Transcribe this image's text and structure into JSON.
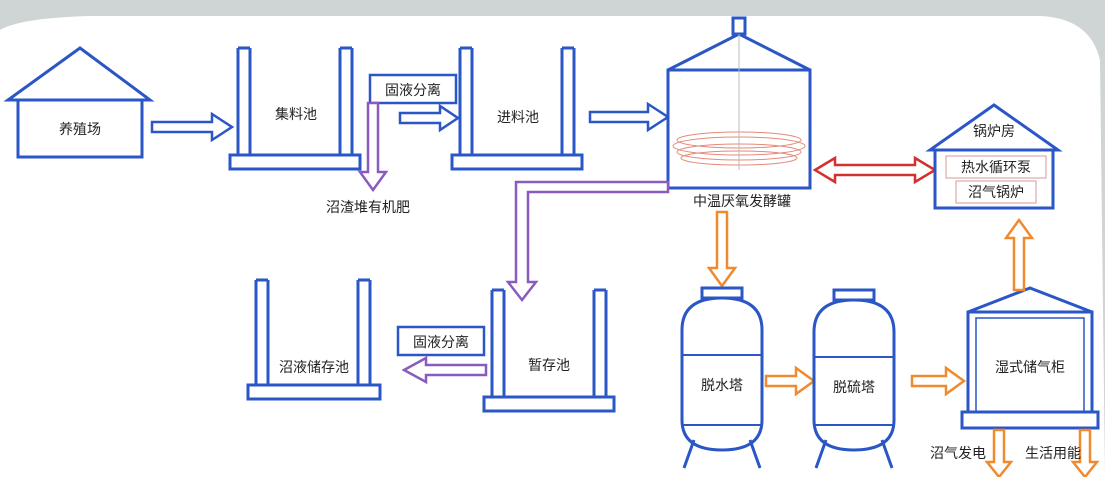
{
  "nodes": {
    "farm": "养殖场",
    "collection_pool": "集料池",
    "solid_liquid_sep_1": "固液分离",
    "feed_pool": "进料池",
    "residue_fertilizer": "沼渣堆有机肥",
    "digester": "中温厌氧发酵罐",
    "boiler_house": "锅炉房",
    "hot_water_pump": "热水循环泵",
    "biogas_boiler": "沼气锅炉",
    "slurry_storage": "沼液储存池",
    "solid_liquid_sep_2": "固液分离",
    "temp_pool": "暂存池",
    "dehydration_tower": "脱水塔",
    "desulfurization_tower": "脱硫塔",
    "gas_holder": "湿式储气柜",
    "power_generation": "沼气发电",
    "domestic_energy": "生活用能"
  },
  "colors": {
    "tank_stroke": "#2a56c6",
    "pipe_blue": "#2a56c6",
    "pipe_purple": "#8a5bbf",
    "pipe_orange": "#f08a2e",
    "pipe_red": "#d2312e"
  }
}
